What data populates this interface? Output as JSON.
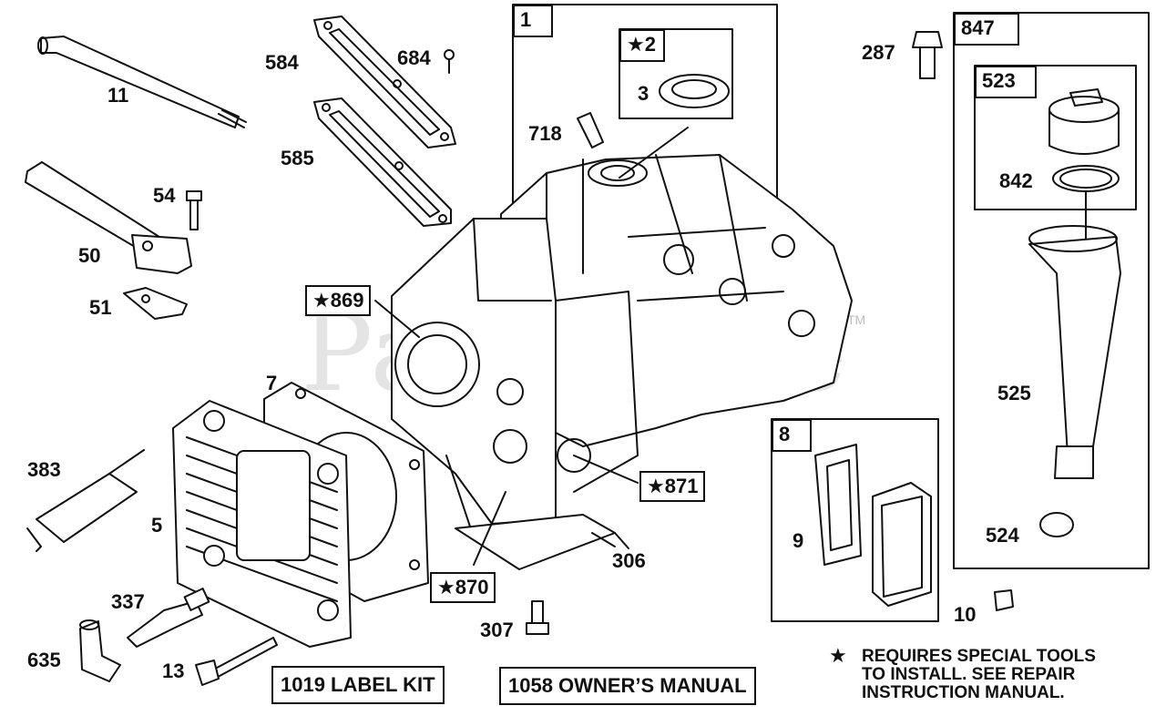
{
  "watermark": {
    "text": "PartsTree",
    "tm": "TM"
  },
  "group_boxes": {
    "box1": "1",
    "box2": "★2",
    "box847": "847",
    "box523": "523",
    "box8": "8"
  },
  "callouts": {
    "p11": "11",
    "p584": "584",
    "p684": "684",
    "p585": "585",
    "p54": "54",
    "p50": "50",
    "p51": "51",
    "p3": "3",
    "p718": "718",
    "p287": "287",
    "p842": "842",
    "p525": "525",
    "p524": "524",
    "p7": "7",
    "p383": "383",
    "p5": "5",
    "p337": "337",
    "p635": "635",
    "p13": "13",
    "p306": "306",
    "p307": "307",
    "p9": "9",
    "p10": "10"
  },
  "boxed_callouts": {
    "p869": "★869",
    "p871": "★871",
    "p870": "★870"
  },
  "kits": {
    "label_kit": "1019 LABEL KIT",
    "owners_manual": "1058 OWNER’S MANUAL"
  },
  "footnote": {
    "star": "★",
    "line1": "REQUIRES SPECIAL TOOLS",
    "line2": "TO INSTALL.  SEE REPAIR",
    "line3": "INSTRUCTION MANUAL."
  }
}
